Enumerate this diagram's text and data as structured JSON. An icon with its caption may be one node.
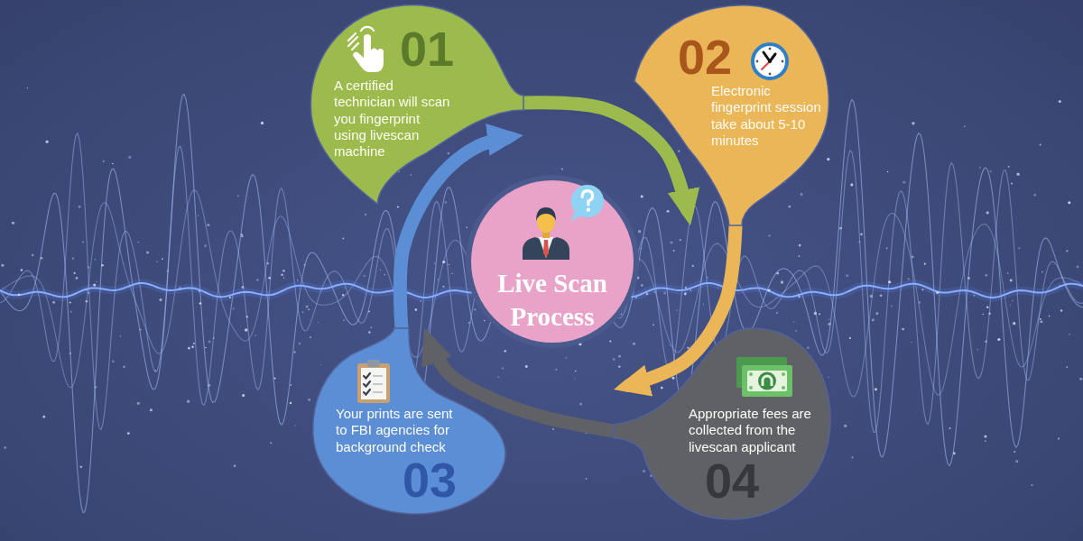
{
  "diagram": {
    "nodes": [
      {
        "text": [
          "01",
          "A certified technician will scan you fingerprint using livescan machine"
        ]
      },
      {
        "text": [
          "02",
          "Electronic fingerprint session take about 5-10 minutes"
        ]
      },
      {
        "text": [
          "Live Scan Process"
        ]
      },
      {
        "text": [
          "Your prints are sent to FBI agencies for background check",
          "03"
        ]
      },
      {
        "text": [
          "Appropriate fees are collected from the livescan applicant",
          "04"
        ]
      }
    ],
    "edges": [
      {
        "from": 0,
        "to": 1,
        "arrow": "to",
        "color": "#9cbb4c"
      },
      {
        "from": 1,
        "to": 4,
        "arrow": "to",
        "color": "#eab657"
      },
      {
        "from": 4,
        "to": 3,
        "arrow": "to",
        "color": "#5f6167"
      },
      {
        "from": 3,
        "to": 0,
        "arrow": "to",
        "color": "#5b8ed4"
      }
    ]
  }
}
